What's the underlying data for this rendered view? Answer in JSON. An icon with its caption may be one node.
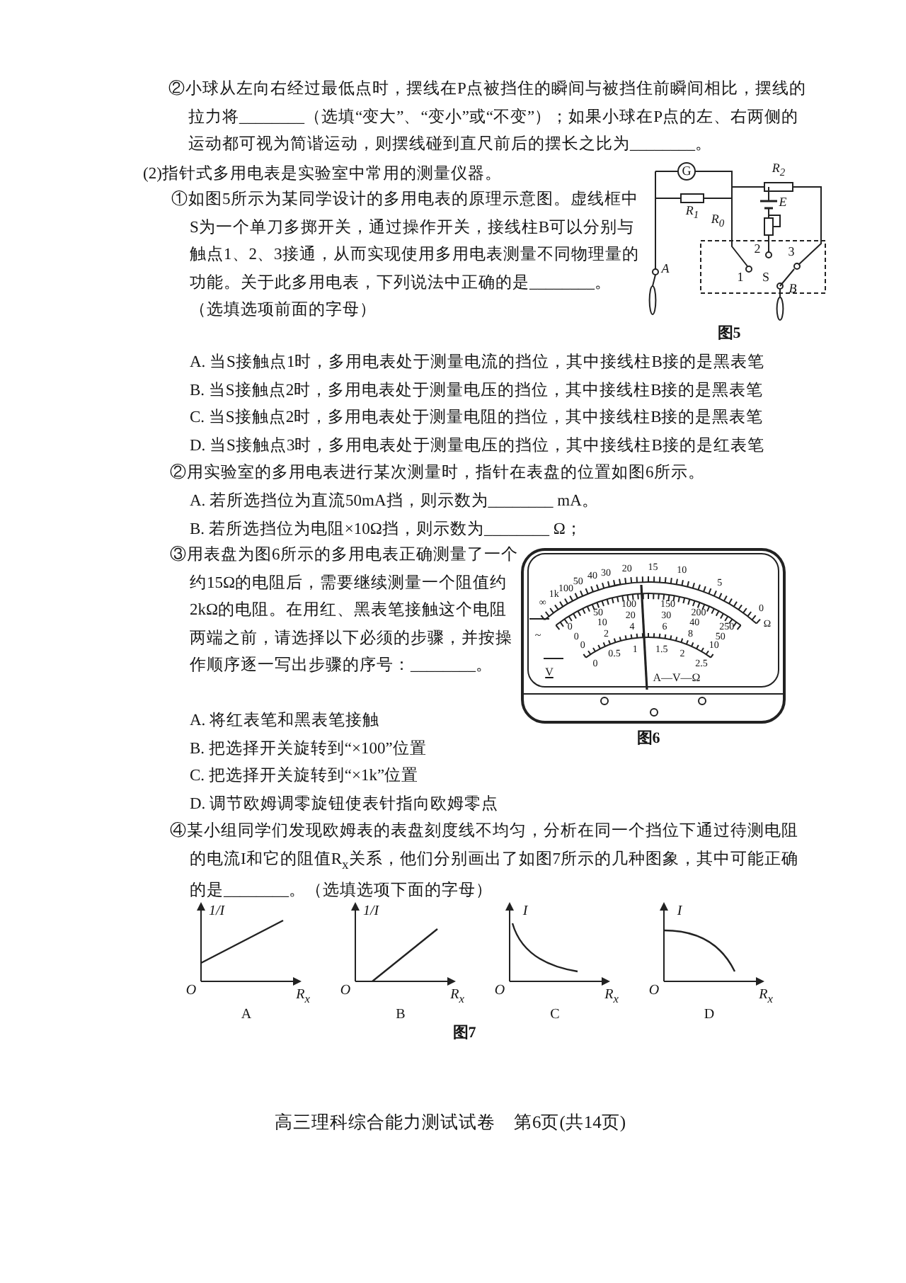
{
  "diagram": {
    "labels": [
      "②小球从左向右经过最低点时，摆线在P点被挡住的瞬间与被挡住前瞬间相比，摆线的拉力将________（选填“变大”、“变小”或“不变”）；如果小球在P点的左、右两侧的运动都可视为简谐运动，则摆线碰到直尺前后的摆长之比为________。",
      "(2)指针式多用电表是实验室中常用的测量仪器。",
      "①如图5所示为某同学设计的多用电表的原理示意图。虚线框中S为一个单刀多掷开关，通过操作开关，接线柱B可以分别与触点1、2、3接通，从而实现使用多用电表测量不同物理量的功能。关于此多用电表，下列说法中正确的是________。（选填选项前面的字母）",
      "A. 当S接触点1时，多用电表处于测量电流的挡位，其中接线柱B接的是黑表笔",
      "B. 当S接触点2时，多用电表处于测量电压的挡位，其中接线柱B接的是黑表笔",
      "C. 当S接触点2时，多用电表处于测量电阻的挡位，其中接线柱B接的是黑表笔",
      "D. 当S接触点3时，多用电表处于测量电压的挡位，其中接线柱B接的是红表笔",
      "②用实验室的多用电表进行某次测量时，指针在表盘的位置如图6所示。",
      "A. 若所选挡位为直流50mA挡，则示数为________ mA。",
      "B. 若所选挡位为电阻×10Ω挡，则示数为________ Ω；",
      "③用表盘为图6所示的多用电表正确测量了一个约15Ω的电阻后，需要继续测量一个阻值约2kΩ的电阻。在用红、黑表笔接触这个电阻两端之前，请选择以下必须的步骤，并按操作顺序逐一写出步骤的序号：________。",
      "A. 将红表笔和黑表笔接触",
      "B. 把选择开关旋转到“×100”位置",
      "C. 把选择开关旋转到“×1k”位置",
      "D. 调节欧姆调零旋钮使表针指向欧姆零点",
      "④某小组同学们发现欧姆表的表盘刻度线不均匀，分析在同一个挡位下通过待测电阻的电流I和它的阻值R$_{x}$关系，他们分别画出了如图7所示的几种图象，其中可能正确的是________。（选填选项下面的字母）",
      "G",
      "R$_{2}$",
      "R$_{1}$",
      "E",
      "R$_{0}$",
      "2",
      "3",
      "A",
      "1",
      "S",
      "B",
      "图5",
      "∞",
      "1k",
      "100",
      "50",
      "40",
      "30",
      "20",
      "15",
      "10",
      "5",
      "0",
      "Ω",
      "0",
      "50",
      "100",
      "150",
      "200",
      "250",
      "0",
      "10",
      "20",
      "30",
      "40",
      "50",
      "0",
      "2",
      "4",
      "6",
      "8",
      "10",
      "0",
      "0.5",
      "1",
      "1.5",
      "2",
      "2.5",
      "~",
      "V",
      "A—V—Ω",
      "图6",
      "1/I",
      "O",
      "R$_{x}$",
      "A",
      "1/I",
      "O",
      "R$_{x}$",
      "B",
      "I",
      "O",
      "R$_{x}$",
      "C",
      "I",
      "O",
      "R$_{x}$",
      "D",
      "图7",
      "高三理科综合能力测试试卷　第6页(共14页)"
    ]
  }
}
